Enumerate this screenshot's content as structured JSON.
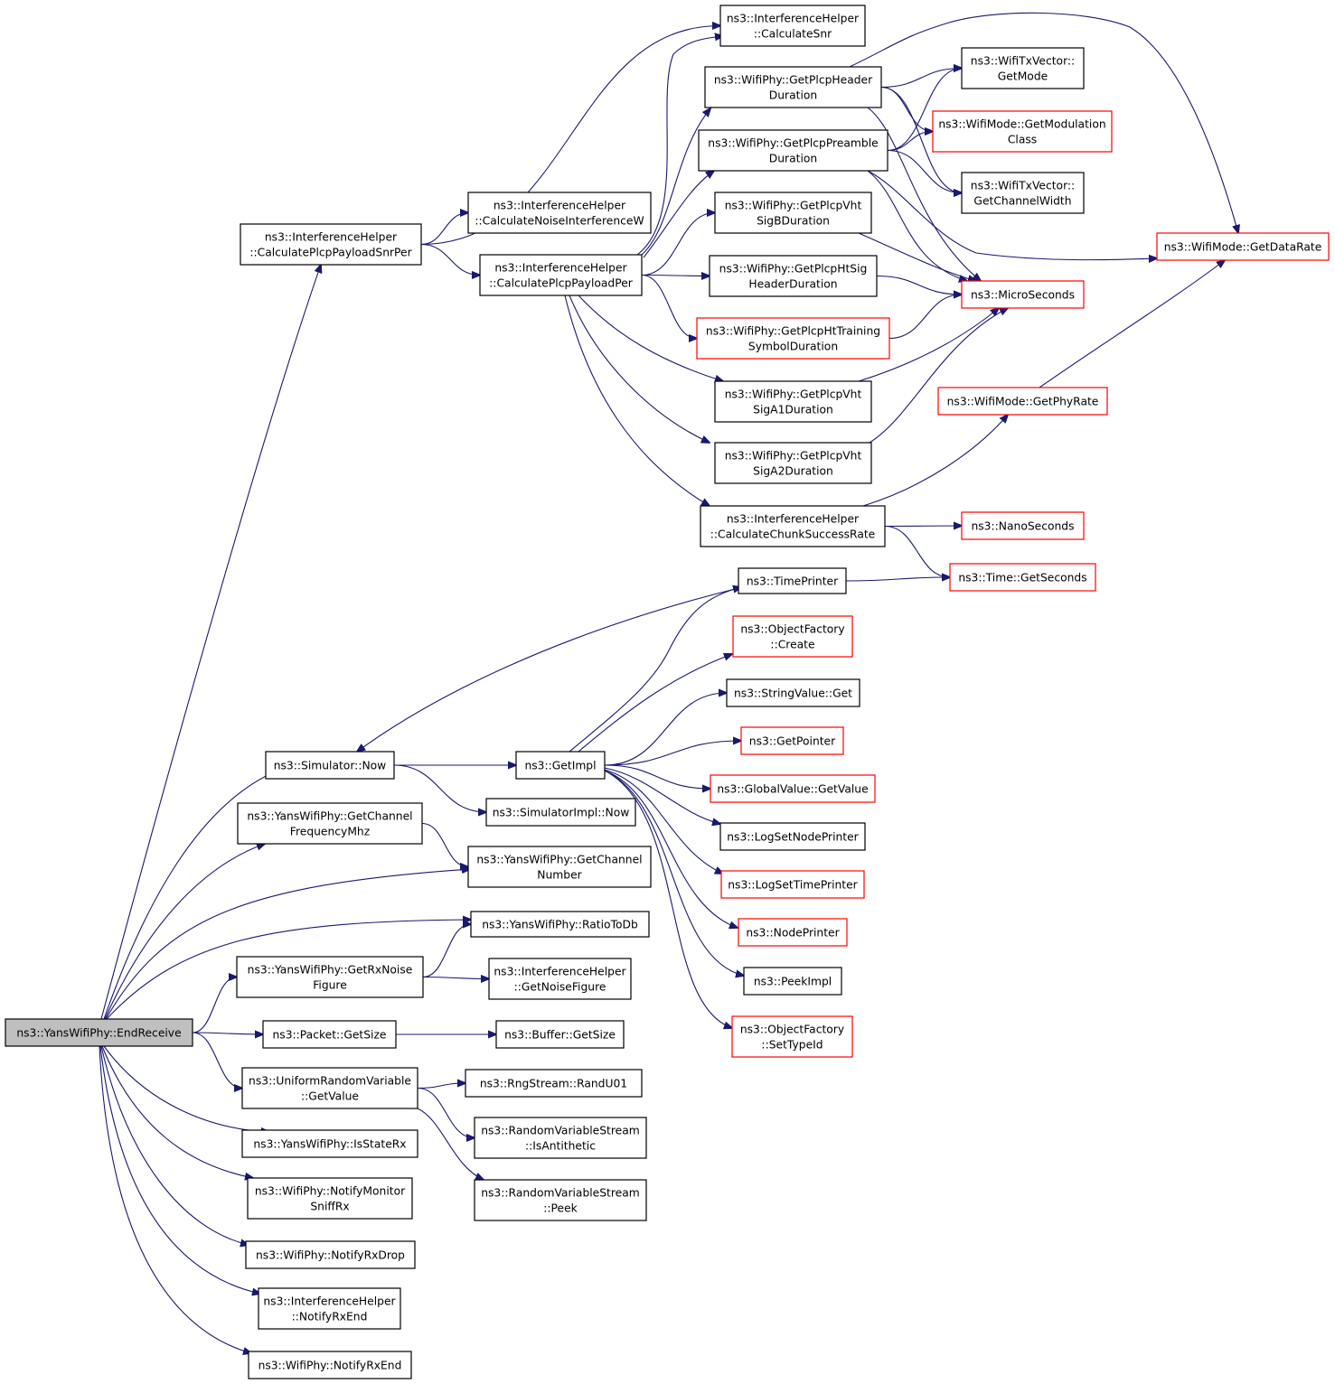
{
  "graph": {
    "nodes": [
      {
        "id": "n0",
        "lines": [
          "ns3::YansWifiPhy::EndReceive"
        ],
        "style": "root"
      },
      {
        "id": "n1",
        "lines": [
          "ns3::InterferenceHelper",
          "::CalculatePlcpPayloadSnrPer"
        ],
        "style": "black"
      },
      {
        "id": "n2",
        "lines": [
          "ns3::InterferenceHelper",
          "::CalculateSnr"
        ],
        "style": "black"
      },
      {
        "id": "n3",
        "lines": [
          "ns3::InterferenceHelper",
          "::CalculateNoiseInterferenceW"
        ],
        "style": "black"
      },
      {
        "id": "n4",
        "lines": [
          "ns3::InterferenceHelper",
          "::CalculatePlcpPayloadPer"
        ],
        "style": "black"
      },
      {
        "id": "n5",
        "lines": [
          "ns3::WifiPhy::GetPlcpHeader",
          "Duration"
        ],
        "style": "black"
      },
      {
        "id": "n6",
        "lines": [
          "ns3::WifiPhy::GetPlcpPreamble",
          "Duration"
        ],
        "style": "black"
      },
      {
        "id": "n7",
        "lines": [
          "ns3::WifiPhy::GetPlcpVht",
          "SigBDuration"
        ],
        "style": "black"
      },
      {
        "id": "n8",
        "lines": [
          "ns3::WifiPhy::GetPlcpHtSig",
          "HeaderDuration"
        ],
        "style": "black"
      },
      {
        "id": "n9",
        "lines": [
          "ns3::WifiPhy::GetPlcpHtTraining",
          "SymbolDuration"
        ],
        "style": "red"
      },
      {
        "id": "n10",
        "lines": [
          "ns3::WifiPhy::GetPlcpVht",
          "SigA1Duration"
        ],
        "style": "black"
      },
      {
        "id": "n11",
        "lines": [
          "ns3::WifiPhy::GetPlcpVht",
          "SigA2Duration"
        ],
        "style": "black"
      },
      {
        "id": "n12",
        "lines": [
          "ns3::InterferenceHelper",
          "::CalculateChunkSuccessRate"
        ],
        "style": "black"
      },
      {
        "id": "n13",
        "lines": [
          "ns3::WifiTxVector::",
          "GetMode"
        ],
        "style": "black"
      },
      {
        "id": "n14",
        "lines": [
          "ns3::WifiMode::GetModulation",
          "Class"
        ],
        "style": "red"
      },
      {
        "id": "n15",
        "lines": [
          "ns3::WifiTxVector::",
          "GetChannelWidth"
        ],
        "style": "black"
      },
      {
        "id": "n16",
        "lines": [
          "ns3::WifiMode::GetDataRate"
        ],
        "style": "red"
      },
      {
        "id": "n17",
        "lines": [
          "ns3::MicroSeconds"
        ],
        "style": "red"
      },
      {
        "id": "n18",
        "lines": [
          "ns3::WifiMode::GetPhyRate"
        ],
        "style": "red"
      },
      {
        "id": "n19",
        "lines": [
          "ns3::NanoSeconds"
        ],
        "style": "red"
      },
      {
        "id": "n20",
        "lines": [
          "ns3::Time::GetSeconds"
        ],
        "style": "red"
      },
      {
        "id": "n21",
        "lines": [
          "ns3::TimePrinter"
        ],
        "style": "black"
      },
      {
        "id": "n22",
        "lines": [
          "ns3::ObjectFactory",
          "::Create"
        ],
        "style": "red"
      },
      {
        "id": "n23",
        "lines": [
          "ns3::StringValue::Get"
        ],
        "style": "black"
      },
      {
        "id": "n24",
        "lines": [
          "ns3::GetPointer"
        ],
        "style": "red"
      },
      {
        "id": "n25",
        "lines": [
          "ns3::GlobalValue::GetValue"
        ],
        "style": "red"
      },
      {
        "id": "n26",
        "lines": [
          "ns3::LogSetNodePrinter"
        ],
        "style": "black"
      },
      {
        "id": "n27",
        "lines": [
          "ns3::LogSetTimePrinter"
        ],
        "style": "red"
      },
      {
        "id": "n28",
        "lines": [
          "ns3::NodePrinter"
        ],
        "style": "red"
      },
      {
        "id": "n29",
        "lines": [
          "ns3::PeekImpl"
        ],
        "style": "black"
      },
      {
        "id": "n30",
        "lines": [
          "ns3::ObjectFactory",
          "::SetTypeId"
        ],
        "style": "red"
      },
      {
        "id": "n31",
        "lines": [
          "ns3::Simulator::Now"
        ],
        "style": "black"
      },
      {
        "id": "n32",
        "lines": [
          "ns3::GetImpl"
        ],
        "style": "black"
      },
      {
        "id": "n33",
        "lines": [
          "ns3::SimulatorImpl::Now"
        ],
        "style": "black"
      },
      {
        "id": "n34",
        "lines": [
          "ns3::YansWifiPhy::GetChannel",
          "FrequencyMhz"
        ],
        "style": "black"
      },
      {
        "id": "n35",
        "lines": [
          "ns3::YansWifiPhy::GetChannel",
          "Number"
        ],
        "style": "black"
      },
      {
        "id": "n36",
        "lines": [
          "ns3::YansWifiPhy::RatioToDb"
        ],
        "style": "black"
      },
      {
        "id": "n37",
        "lines": [
          "ns3::YansWifiPhy::GetRxNoise",
          "Figure"
        ],
        "style": "black"
      },
      {
        "id": "n38",
        "lines": [
          "ns3::InterferenceHelper",
          "::GetNoiseFigure"
        ],
        "style": "black"
      },
      {
        "id": "n39",
        "lines": [
          "ns3::Packet::GetSize"
        ],
        "style": "black"
      },
      {
        "id": "n40",
        "lines": [
          "ns3::Buffer::GetSize"
        ],
        "style": "black"
      },
      {
        "id": "n41",
        "lines": [
          "ns3::UniformRandomVariable",
          "::GetValue"
        ],
        "style": "black"
      },
      {
        "id": "n42",
        "lines": [
          "ns3::RngStream::RandU01"
        ],
        "style": "black"
      },
      {
        "id": "n43",
        "lines": [
          "ns3::RandomVariableStream",
          "::IsAntithetic"
        ],
        "style": "black"
      },
      {
        "id": "n44",
        "lines": [
          "ns3::RandomVariableStream",
          "::Peek"
        ],
        "style": "black"
      },
      {
        "id": "n45",
        "lines": [
          "ns3::YansWifiPhy::IsStateRx"
        ],
        "style": "black"
      },
      {
        "id": "n46",
        "lines": [
          "ns3::WifiPhy::NotifyMonitor",
          "SniffRx"
        ],
        "style": "black"
      },
      {
        "id": "n47",
        "lines": [
          "ns3::WifiPhy::NotifyRxDrop"
        ],
        "style": "black"
      },
      {
        "id": "n48",
        "lines": [
          "ns3::InterferenceHelper",
          "::NotifyRxEnd"
        ],
        "style": "black"
      },
      {
        "id": "n49",
        "lines": [
          "ns3::WifiPhy::NotifyRxEnd"
        ],
        "style": "black"
      }
    ],
    "edges": [
      [
        "n0",
        "n1"
      ],
      [
        "n0",
        "n31"
      ],
      [
        "n0",
        "n34"
      ],
      [
        "n0",
        "n35"
      ],
      [
        "n0",
        "n36"
      ],
      [
        "n0",
        "n37"
      ],
      [
        "n0",
        "n39"
      ],
      [
        "n0",
        "n41"
      ],
      [
        "n0",
        "n45"
      ],
      [
        "n0",
        "n46"
      ],
      [
        "n0",
        "n47"
      ],
      [
        "n0",
        "n48"
      ],
      [
        "n0",
        "n49"
      ],
      [
        "n1",
        "n2"
      ],
      [
        "n1",
        "n3"
      ],
      [
        "n1",
        "n4"
      ],
      [
        "n4",
        "n2"
      ],
      [
        "n4",
        "n5"
      ],
      [
        "n4",
        "n6"
      ],
      [
        "n4",
        "n7"
      ],
      [
        "n4",
        "n8"
      ],
      [
        "n4",
        "n9"
      ],
      [
        "n4",
        "n10"
      ],
      [
        "n4",
        "n11"
      ],
      [
        "n4",
        "n12"
      ],
      [
        "n5",
        "n13"
      ],
      [
        "n5",
        "n14"
      ],
      [
        "n5",
        "n15"
      ],
      [
        "n5",
        "n16"
      ],
      [
        "n5",
        "n17"
      ],
      [
        "n6",
        "n13"
      ],
      [
        "n6",
        "n14"
      ],
      [
        "n6",
        "n15"
      ],
      [
        "n6",
        "n16"
      ],
      [
        "n6",
        "n17"
      ],
      [
        "n7",
        "n17"
      ],
      [
        "n8",
        "n17"
      ],
      [
        "n9",
        "n17"
      ],
      [
        "n10",
        "n17"
      ],
      [
        "n11",
        "n17"
      ],
      [
        "n12",
        "n18"
      ],
      [
        "n12",
        "n19"
      ],
      [
        "n12",
        "n20"
      ],
      [
        "n18",
        "n16"
      ],
      [
        "n21",
        "n20"
      ],
      [
        "n31",
        "n32"
      ],
      [
        "n31",
        "n33"
      ],
      [
        "n32",
        "n21"
      ],
      [
        "n32",
        "n22"
      ],
      [
        "n32",
        "n23"
      ],
      [
        "n32",
        "n24"
      ],
      [
        "n32",
        "n25"
      ],
      [
        "n32",
        "n26"
      ],
      [
        "n32",
        "n27"
      ],
      [
        "n32",
        "n28"
      ],
      [
        "n32",
        "n29"
      ],
      [
        "n32",
        "n30"
      ],
      [
        "n32",
        "n31"
      ],
      [
        "n34",
        "n35"
      ],
      [
        "n37",
        "n36"
      ],
      [
        "n37",
        "n38"
      ],
      [
        "n39",
        "n40"
      ],
      [
        "n41",
        "n42"
      ],
      [
        "n41",
        "n43"
      ],
      [
        "n41",
        "n44"
      ]
    ],
    "colors": {
      "edge": "#191970",
      "border": "#000000",
      "highlight_border": "#ff0000",
      "root_fill": "#bfbfbf",
      "fill": "#ffffff"
    }
  }
}
